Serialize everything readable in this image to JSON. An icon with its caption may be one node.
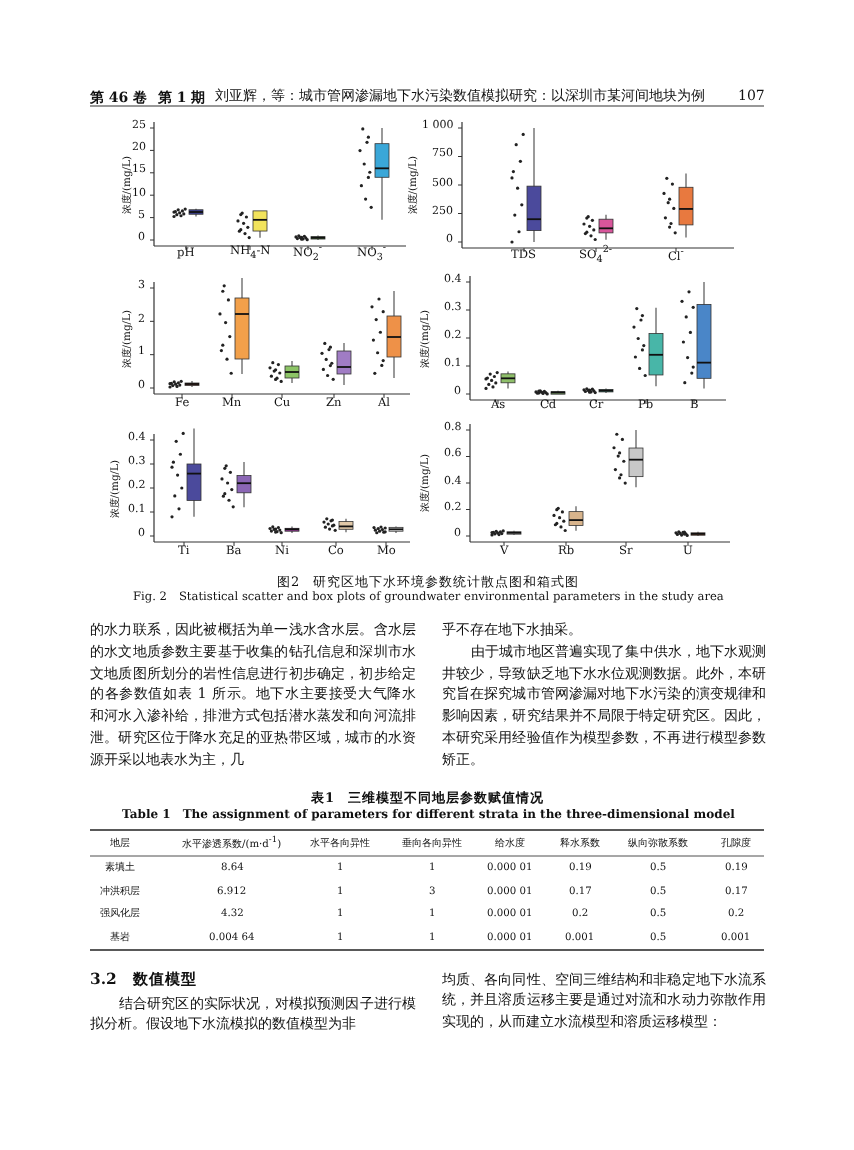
{
  "diagram": {
    "caption": "图2　研究区地下水环境参数统计散点图和箱式图",
    "labels": [
      "第 46 卷",
      "第 1 期",
      "刘亚辉，等：城市管网渗漏地下水污染数值模拟研究：以深圳市某河间地块为例",
      "107",
      "浓度/(mg/L)",
      "25",
      "20",
      "15",
      "10",
      "5",
      "0",
      "pH",
      "NH$_{4}$-N",
      "NO$_{2}$$^{-}$",
      "NO$_{3}$$^{-}$",
      "浓度/(mg/L)",
      "1 000",
      "750",
      "500",
      "250",
      "0",
      "TDS",
      "SO$_{4}$$^{2-}$",
      "Cl$^{-}$",
      "浓度/(mg/L)",
      "3",
      "2",
      "1",
      "0",
      "Fe",
      "Mn",
      "Cu",
      "Zn",
      "Al",
      "浓度/(mg/L)",
      "0.4",
      "0.3",
      "0.2",
      "0.1",
      "0",
      "As",
      "Cd",
      "Cr",
      "Pb",
      "B",
      "浓度/(mg/L)",
      "0.4",
      "0.3",
      "0.2",
      "0.1",
      "0",
      "Ti",
      "Ba",
      "Ni",
      "Co",
      "Mo",
      "浓度/(mg/L)",
      "0.8",
      "0.6",
      "0.4",
      "0.2",
      "0",
      "V",
      "Rb",
      "Sr",
      "U",
      "Fig. 2　Statistical scatter and box plots of groundwater environmental parameters in the study area",
      "的水力联系，因此被概括为单一浅水含水层。含水层的水文地质参数主要基于收集的钻孔信息和深圳市水文地质图所划分的岩性信息进行初步确定，初步给定的各参数值如表 1 所示。地下水主要接受大气降水和河水入渗补给，排泄方式包括潜水蒸发和向河流排泄。研究区位于降水充足的亚热带区域，城市的水资源开采以地表水为主，几",
      "乎不存在地下水抽采。",
      "由于城市地区普遍实现了集中供水，地下水观测井较少，导致缺乏地下水水位观测数据。此外，本研究旨在探究城市管网渗漏对地下水污染的演变规律和影响因素，研究结果并不局限于特定研究区。因此，本研究采用经验值作为模型参数，不再进行模型参数矫正。",
      "表1　三维模型不同地层参数赋值情况",
      "Table 1　The assignment of parameters for different strata in the three-dimensional model",
      "地层",
      "水平渗透系数/(m·d$^{-1}$)",
      "水平各向异性",
      "垂向各向异性",
      "给水度",
      "释水系数",
      "纵向弥散系数",
      "孔隙度",
      "素填土",
      "8.64",
      "1",
      "1",
      "0.000 01",
      "0.19",
      "0.5",
      "0.19",
      "冲洪积层",
      "6.912",
      "1",
      "3",
      "0.000 01",
      "0.17",
      "0.5",
      "0.17",
      "强风化层",
      "4.32",
      "1",
      "1",
      "0.000 01",
      "0.2",
      "0.5",
      "0.2",
      "基岩",
      "0.004 64",
      "1",
      "1",
      "0.000 01",
      "0.001",
      "0.5",
      "0.001",
      "3.2　数值模型",
      "结合研究区的实际状况，对模拟预测因子进行模拟分析。假设地下水流模拟的数值模型为非",
      "均质、各向同性、空间三维结构和非稳定地下水流系统，并且溶质运移主要是通过对流和水动力弥散作用实现的，从而建立水流模型和溶质运移模型："
    ]
  }
}
